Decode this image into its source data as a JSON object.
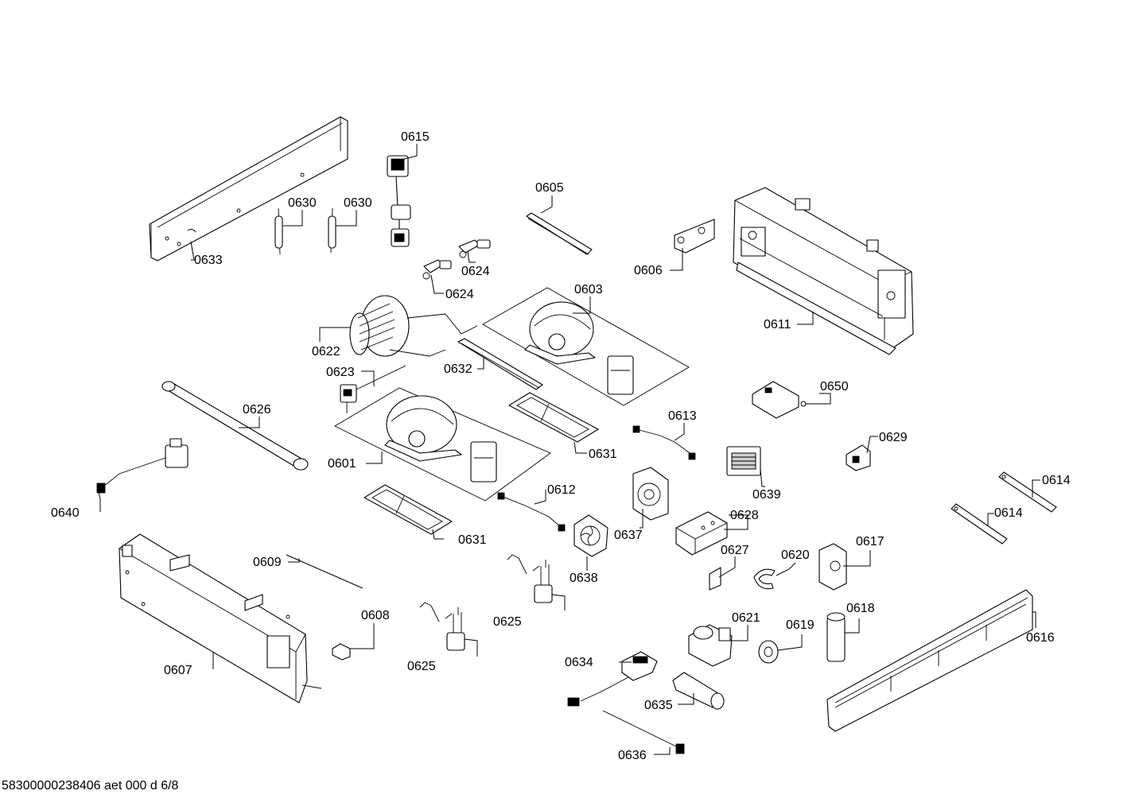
{
  "drawing_number": "58300000238406 aet 000 d 6/8",
  "part_labels": {
    "p0601": "0601",
    "p0603": "0603",
    "p0605": "0605",
    "p0606": "0606",
    "p0607": "0607",
    "p0608": "0608",
    "p0609": "0609",
    "p0611": "0611",
    "p0612": "0612",
    "p0613": "0613",
    "p0614a": "0614",
    "p0614b": "0614",
    "p0615": "0615",
    "p0616": "0616",
    "p0617": "0617",
    "p0618": "0618",
    "p0619": "0619",
    "p0620": "0620",
    "p0621": "0621",
    "p0622": "0622",
    "p0623": "0623",
    "p0624a": "0624",
    "p0624b": "0624",
    "p0625a": "0625",
    "p0625b": "0625",
    "p0626": "0626",
    "p0627": "0627",
    "p0628": "0628",
    "p0629": "0629",
    "p0630a": "0630",
    "p0630b": "0630",
    "p0631a": "0631",
    "p0631b": "0631",
    "p0632": "0632",
    "p0633": "0633",
    "p0634": "0634",
    "p0635": "0635",
    "p0636": "0636",
    "p0637": "0637",
    "p0638": "0638",
    "p0639": "0639",
    "p0640": "0640",
    "p0650": "0650"
  }
}
